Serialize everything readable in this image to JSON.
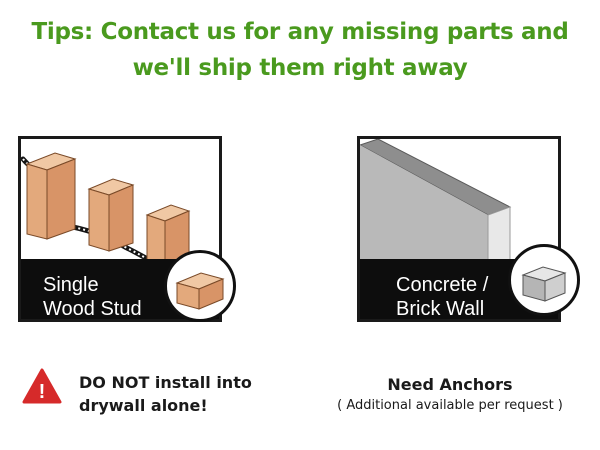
{
  "tips": {
    "line1": "Tips: Contact us for any missing parts and",
    "line2": "we'll ship them right away"
  },
  "panels": [
    {
      "id": "single-wood-stud",
      "label_line1": "Single",
      "label_line2": "Wood Stud",
      "icon": "wood-stud-illustration"
    },
    {
      "id": "concrete-brick-wall",
      "label_line1": "Concrete /",
      "label_line2": "Brick Wall",
      "icon": "concrete-wall-illustration"
    }
  ],
  "warning": {
    "icon": "warning-triangle-icon",
    "mark": "!",
    "line1": "DO NOT install into",
    "line2": "drywall alone!"
  },
  "anchors": {
    "title": "Need Anchors",
    "note": "( Additional available per request )"
  },
  "colors": {
    "tips_green": "#4a9a1e",
    "warning_red": "#d62a2a",
    "wood": "#e3a97c",
    "concrete": "#b9b9b9"
  }
}
